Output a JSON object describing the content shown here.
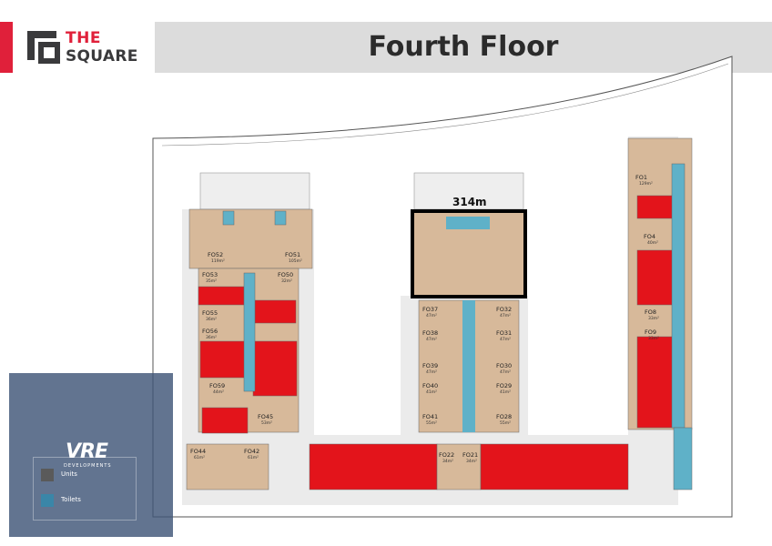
{
  "brand": {
    "the": "THE",
    "square": "SQUARE"
  },
  "title": "Fourth Floor",
  "colors": {
    "accent": "#e0203a",
    "unit": "#d7b99a",
    "sold": "#e3141b",
    "toilet": "#5fb1c8",
    "title_bg": "#dcdcdc",
    "overlay": "#3f5678"
  },
  "label_314": "314m",
  "units": [
    {
      "id": "FO1",
      "size": "129m²"
    },
    {
      "id": "FO4",
      "size": "40m²"
    },
    {
      "id": "FO8",
      "size": "33m²"
    },
    {
      "id": "FO9",
      "size": "33m²"
    },
    {
      "id": "FO52",
      "size": "119m²"
    },
    {
      "id": "FO51",
      "size": "105m²"
    },
    {
      "id": "FO53",
      "size": "35m²"
    },
    {
      "id": "FO50",
      "size": "32m²"
    },
    {
      "id": "FO55",
      "size": "36m²"
    },
    {
      "id": "FO56",
      "size": "36m²"
    },
    {
      "id": "FO59",
      "size": "44m²"
    },
    {
      "id": "FO45",
      "size": "53m²"
    },
    {
      "id": "FO44",
      "size": "61m²"
    },
    {
      "id": "FO42",
      "size": "61m²"
    },
    {
      "id": "FO37",
      "size": "47m²"
    },
    {
      "id": "FO32",
      "size": "47m²"
    },
    {
      "id": "FO38",
      "size": "47m²"
    },
    {
      "id": "FO31",
      "size": "47m²"
    },
    {
      "id": "FO39",
      "size": "47m²"
    },
    {
      "id": "FO30",
      "size": "47m²"
    },
    {
      "id": "FO40",
      "size": "41m²"
    },
    {
      "id": "FO29",
      "size": "41m²"
    },
    {
      "id": "FO41",
      "size": "55m²"
    },
    {
      "id": "FO28",
      "size": "55m²"
    },
    {
      "id": "FO22",
      "size": "34m²"
    },
    {
      "id": "FO21",
      "size": "34m²"
    }
  ],
  "overlay": {
    "logo": "VRE",
    "logo_sub": "DEVELOPMENTS",
    "legend": [
      {
        "label": "Units",
        "color": "#5a5a5a"
      },
      {
        "label": "Toilets",
        "color": "#3a86a8"
      }
    ]
  }
}
